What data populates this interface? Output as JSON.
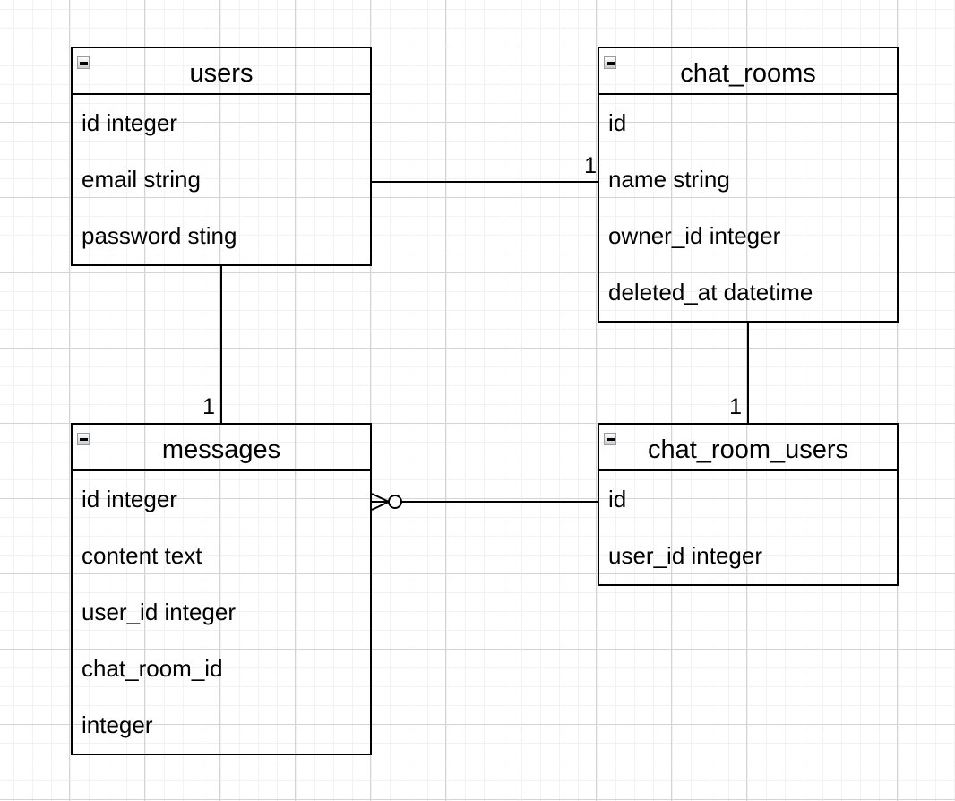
{
  "canvas": {
    "background": "#ffffff",
    "grid_minor_color": "#f2f2f2",
    "grid_major_color": "#d4d4d4",
    "stroke_color": "#000000"
  },
  "entities": {
    "users": {
      "title": "users",
      "fields": [
        "id integer",
        "email string",
        "password sting"
      ]
    },
    "chat_rooms": {
      "title": "chat_rooms",
      "fields": [
        "id",
        "name string",
        "owner_id integer",
        "deleted_at datetime"
      ]
    },
    "messages": {
      "title": "messages",
      "fields": [
        "id integer",
        "content text",
        "user_id integer",
        "chat_room_id",
        "integer"
      ]
    },
    "chat_room_users": {
      "title": "chat_room_users",
      "fields": [
        "id",
        "user_id integer"
      ]
    }
  },
  "connections": [
    {
      "from": "users",
      "to": "chat_rooms",
      "target_label": "1"
    },
    {
      "from": "users",
      "to": "messages",
      "target_label": "1"
    },
    {
      "from": "chat_rooms",
      "to": "chat_room_users",
      "target_label": "1"
    },
    {
      "from": "messages",
      "to": "chat_room_users",
      "source_marker": "zero-or-many"
    }
  ],
  "icons": {
    "collapse": "minus-icon"
  }
}
